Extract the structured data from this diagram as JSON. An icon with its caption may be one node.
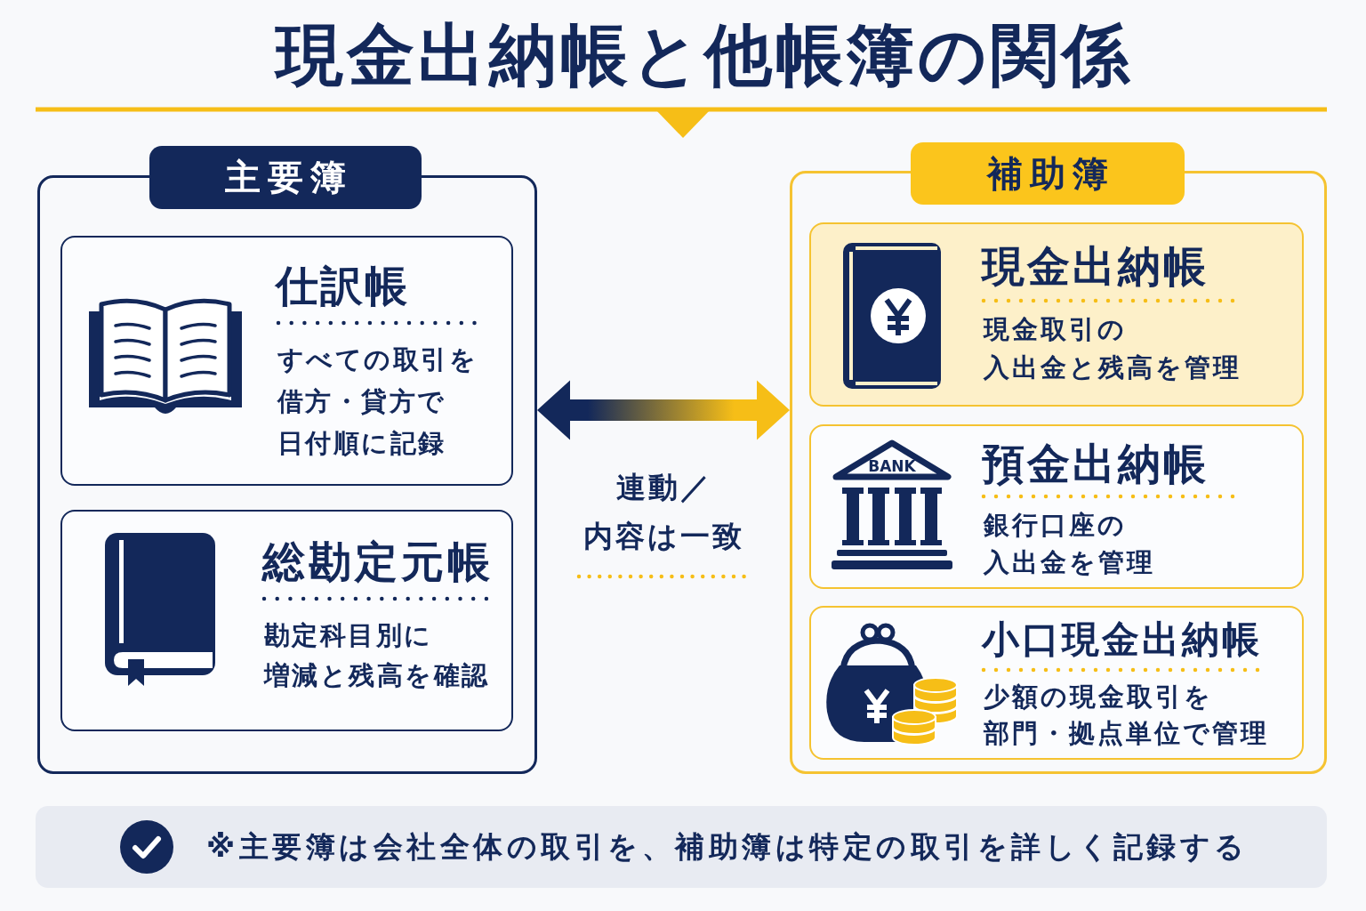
{
  "diagram": {
    "title": "現金出納帳と他帳簿の関係",
    "nodes": [
      {
        "text": [
          "主要簿"
        ]
      },
      {
        "text": [
          "仕訳帳",
          "すべての取引を借方・貸方で日付順に記録"
        ],
        "in": 0
      },
      {
        "text": [
          "総勘定元帳",
          "勘定科目別に増減と残高を確認"
        ],
        "in": 0
      },
      {
        "text": [
          "補助簿"
        ]
      },
      {
        "text": [
          "現金出納帳",
          "現金取引の入出金と残高を管理"
        ],
        "in": 3
      },
      {
        "text": [
          "預金出納帳",
          "銀行口座の入出金を管理"
        ],
        "in": 3
      },
      {
        "text": [
          "小口現金出納帳",
          "少額の現金取引を部門・拠点単位で管理"
        ],
        "in": 3
      },
      {
        "text": [
          "※主要簿は会社全体の取引を、補助簿は特定の取引を詳しく記録する"
        ]
      }
    ],
    "edges": [
      {
        "from": 0,
        "to": 3,
        "arrow": "both",
        "label": "連動／内容は一致"
      }
    ],
    "labels": [
      "BANK"
    ]
  }
}
